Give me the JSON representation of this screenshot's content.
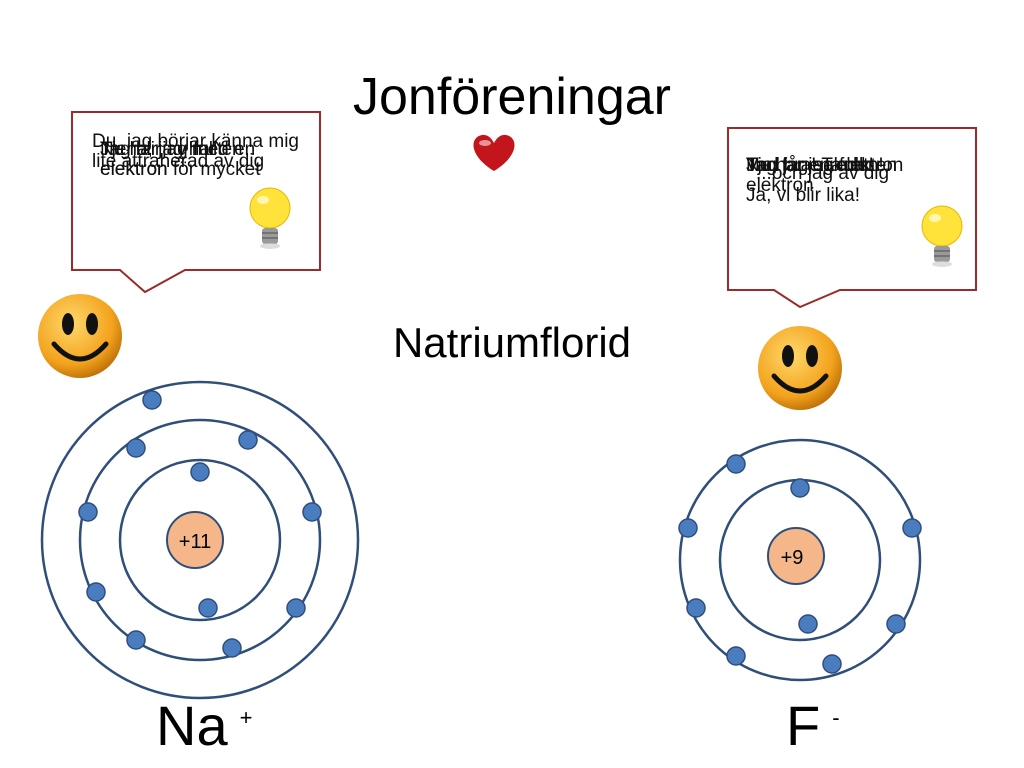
{
  "title": "Jonföreningar",
  "subtitle": "Natriumflorid",
  "left_callout_texts": [
    "Du, jag börjar känna mig lite attraherad av dig",
    "Tjena, jag har en elektron för mycket",
    "Jag blir av med en elektron",
    "Nu har jag fullt"
  ],
  "right_callout_texts": [
    "Tja, jag saknar en elektron",
    "Vad bra! Ta den!",
    "Ja, vi blir lika!",
    "...och jag av dig",
    "Nu har jag fullt!",
    "Jag får en elektron"
  ],
  "sodium": {
    "nucleus_label": "+11",
    "symbol": "Na",
    "charge": "+"
  },
  "fluorine": {
    "nucleus_label": "+9",
    "symbol": "F",
    "charge": "-"
  },
  "colors": {
    "orbit": "#2f4e7a",
    "electron": "#4a7cc0",
    "nucleus": "#f5b78a",
    "callout_border": "#9b2a2a",
    "heart": "#c3151c",
    "smiley": "#f3a21c",
    "bulb": "#ffe23a"
  }
}
